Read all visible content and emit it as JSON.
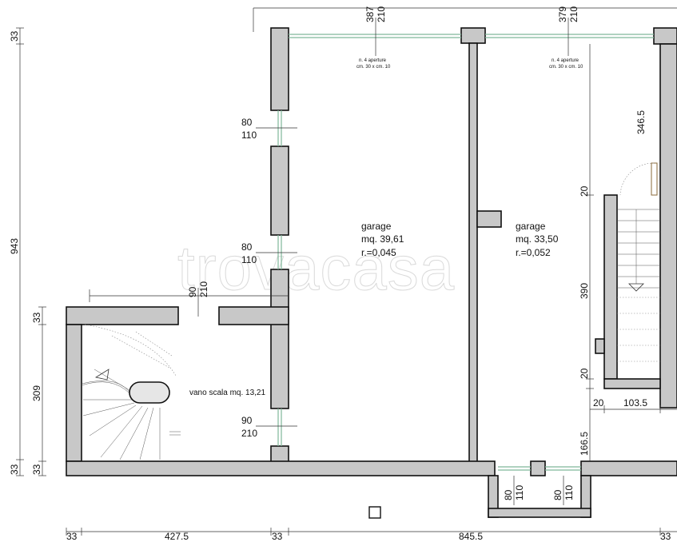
{
  "watermark": "trovacasa",
  "rooms": [
    {
      "name": "garage",
      "area": "mq. 39,61",
      "ratio": "r.=0,045"
    },
    {
      "name": "garage",
      "area": "mq. 33,50",
      "ratio": "r.=0,052"
    },
    {
      "name": "vano scala mq. 13,21"
    }
  ],
  "vent_notes": [
    {
      "line1": "n. 4 aperture",
      "line2": "cm. 30 x cm. 10"
    },
    {
      "line1": "n. 4 aperture",
      "line2": "cm. 30 x cm. 10"
    }
  ],
  "dimensions": {
    "top_left": {
      "a": "387",
      "b": "210"
    },
    "top_right": {
      "a": "379",
      "b": "210"
    },
    "left_total": "943",
    "left_33_top": "33",
    "left_33_a": "33",
    "left_309": "309",
    "left_33_b": "33",
    "left_33_c": "33",
    "win1": {
      "a": "80",
      "b": "110"
    },
    "win2": {
      "a": "80",
      "b": "110"
    },
    "door_stair": {
      "a": "90",
      "b": "210"
    },
    "door_bottom": {
      "a": "90",
      "b": "210"
    },
    "right_346": "346.5",
    "right_20a": "20",
    "right_390": "390",
    "right_20b": "20",
    "right_20c": "20",
    "right_103": "103.5",
    "right_166": "166.5",
    "bottom_win_a": {
      "a": "80",
      "b": "110"
    },
    "bottom_win_b": {
      "a": "80",
      "b": "110"
    },
    "bottom_33a": "33",
    "bottom_427": "427.5",
    "bottom_33b": "33",
    "bottom_845": "845.5",
    "bottom_33c": "33"
  }
}
